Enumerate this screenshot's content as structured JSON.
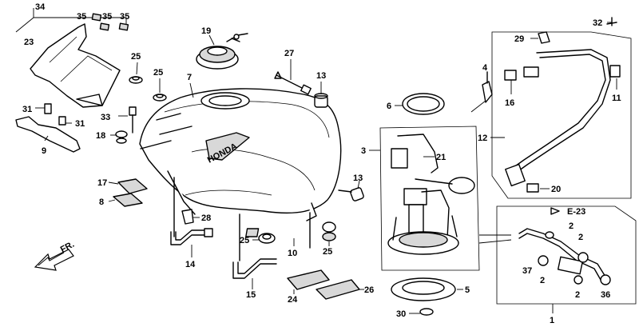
{
  "callouts": [
    {
      "id": "c34",
      "text": "34"
    },
    {
      "id": "c35a",
      "text": "35"
    },
    {
      "id": "c35b",
      "text": "35"
    },
    {
      "id": "c35c",
      "text": "35"
    },
    {
      "id": "c23",
      "text": "23"
    },
    {
      "id": "c19",
      "text": "19"
    },
    {
      "id": "c25a",
      "text": "25"
    },
    {
      "id": "c25b",
      "text": "25"
    },
    {
      "id": "c7",
      "text": "7"
    },
    {
      "id": "c27",
      "text": "27"
    },
    {
      "id": "c13a",
      "text": "13"
    },
    {
      "id": "c31a",
      "text": "31"
    },
    {
      "id": "c31b",
      "text": "31"
    },
    {
      "id": "c9",
      "text": "9"
    },
    {
      "id": "c33",
      "text": "33"
    },
    {
      "id": "c18",
      "text": "18"
    },
    {
      "id": "c17",
      "text": "17"
    },
    {
      "id": "c8",
      "text": "8"
    },
    {
      "id": "c6",
      "text": "6"
    },
    {
      "id": "c3",
      "text": "3"
    },
    {
      "id": "c21",
      "text": "21"
    },
    {
      "id": "c4",
      "text": "4"
    },
    {
      "id": "c32",
      "text": "32"
    },
    {
      "id": "c29",
      "text": "29"
    },
    {
      "id": "c11",
      "text": "11"
    },
    {
      "id": "c16",
      "text": "16"
    },
    {
      "id": "c12",
      "text": "12"
    },
    {
      "id": "c20",
      "text": "20"
    },
    {
      "id": "c13b",
      "text": "13"
    },
    {
      "id": "c28",
      "text": "28"
    },
    {
      "id": "c14",
      "text": "14"
    },
    {
      "id": "c25c",
      "text": "25"
    },
    {
      "id": "c10",
      "text": "10"
    },
    {
      "id": "c25d",
      "text": "25"
    },
    {
      "id": "c15",
      "text": "15"
    },
    {
      "id": "c24",
      "text": "24"
    },
    {
      "id": "c26",
      "text": "26"
    },
    {
      "id": "c5",
      "text": "5"
    },
    {
      "id": "c30",
      "text": "30"
    },
    {
      "id": "c2a",
      "text": "2"
    },
    {
      "id": "c2b",
      "text": "2"
    },
    {
      "id": "c37",
      "text": "37"
    },
    {
      "id": "c2c",
      "text": "2"
    },
    {
      "id": "c2d",
      "text": "2"
    },
    {
      "id": "c36",
      "text": "36"
    },
    {
      "id": "c1",
      "text": "1"
    }
  ],
  "reference": "E-23",
  "front_marker": "FR.",
  "tank_emblem": "HONDA"
}
